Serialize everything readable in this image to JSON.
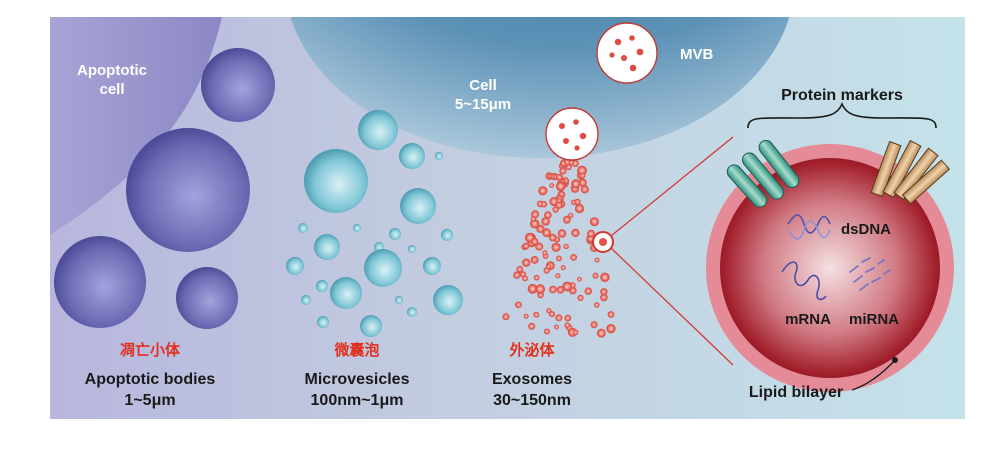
{
  "labels": {
    "apoptotic_cell": [
      "Apoptotic",
      "cell"
    ],
    "cell": [
      "Cell",
      "5~15μm"
    ],
    "mvb": "MVB",
    "protein_markers": "Protein markers",
    "dsdna": "dsDNA",
    "mrna": "mRNA",
    "mirna": "miRNA",
    "lipid_bilayer": "Lipid bilayer"
  },
  "categories": [
    {
      "cn": "凋亡小体",
      "name": "Apoptotic bodies",
      "size": "1~5μm"
    },
    {
      "cn": "微囊泡",
      "name": "Microvesicles",
      "size": "100nm~1μm"
    },
    {
      "cn": "外泌体",
      "name": "Exosomes",
      "size": "30~150nm"
    }
  ],
  "colors": {
    "background": "#b9c8dc",
    "apoptotic_body": "#6c69b3",
    "microvesicle": "#7fc6d6",
    "cell": "#4f87ad",
    "exosome": "#d9443f",
    "membrane": "#d8576b",
    "lumen": "#9e1c26"
  }
}
